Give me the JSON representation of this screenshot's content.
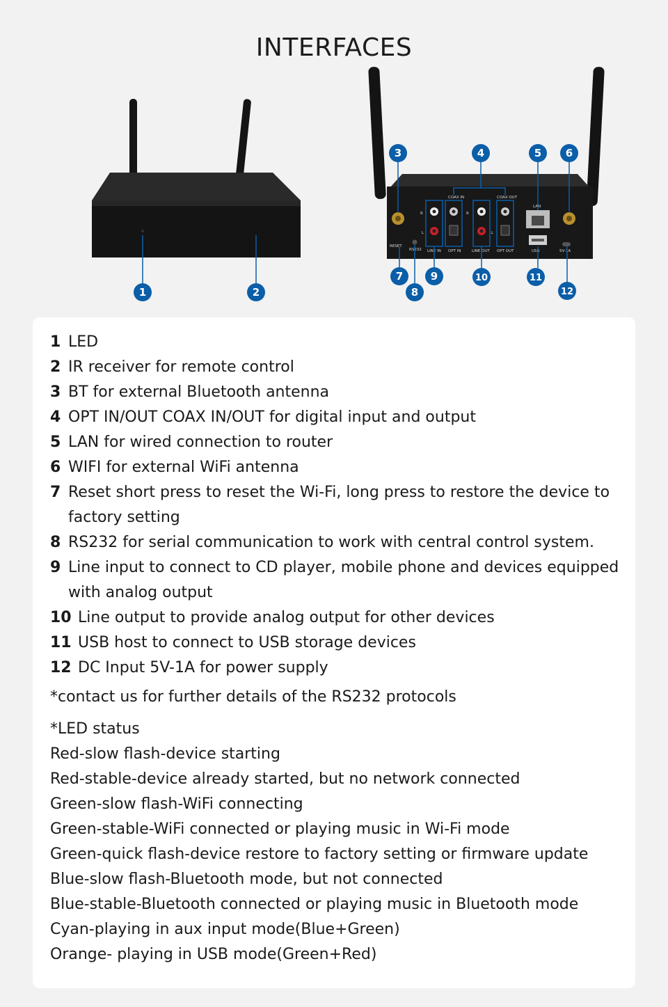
{
  "title": "INTERFACES",
  "badges": {
    "b1": "1",
    "b2": "2",
    "b3": "3",
    "b4": "4",
    "b5": "5",
    "b6": "6",
    "b7": "7",
    "b8": "8",
    "b9": "9",
    "b10": "10",
    "b11": "11",
    "b12": "12"
  },
  "port_labels": {
    "reset": "RESET",
    "rs232": "RS232",
    "line_in": "LINE IN",
    "opt_in": "OPT IN",
    "line_out": "LINE OUT",
    "opt_out": "OPT OUT",
    "coax_in": "COAX IN",
    "coax_out": "COAX OUT",
    "lan": "LAN",
    "usb": "USB",
    "dc": "5V-1A",
    "r": "R",
    "l": "L"
  },
  "items": [
    {
      "num": "1",
      "text": "LED"
    },
    {
      "num": "2",
      "text": "IR receiver for remote control"
    },
    {
      "num": "3",
      "text": "BT for external Bluetooth antenna"
    },
    {
      "num": "4",
      "text": "OPT IN/OUT COAX IN/OUT for digital input and output"
    },
    {
      "num": "5",
      "text": "LAN for wired connection to router"
    },
    {
      "num": "6",
      "text": "WIFI for external WiFi antenna"
    },
    {
      "num": "7",
      "text": "Reset short press to reset the Wi-Fi, long press to restore the device to factory setting"
    },
    {
      "num": "8",
      "text": "RS232 for serial communication to work with central control system."
    },
    {
      "num": "9",
      "text": "Line input to connect to CD player, mobile phone and devices equipped with analog output"
    },
    {
      "num": "10",
      "text": "Line output to provide analog output for other devices"
    },
    {
      "num": "11",
      "text": "USB host to connect to USB storage devices"
    },
    {
      "num": "12",
      "text": "DC Input 5V-1A for power supply"
    }
  ],
  "note": "*contact us for further details of the RS232 protocols",
  "led_status": [
    "*LED status",
    "Red-slow flash-device starting",
    "Red-stable-device already started, but no network connected",
    "Green-slow flash-WiFi connecting",
    "Green-stable-WiFi connected or playing music in Wi-Fi mode",
    "Green-quick flash-device restore to factory setting or firmware update",
    "Blue-slow flash-Bluetooth mode, but not connected",
    "Blue-stable-Bluetooth connected or playing music in Bluetooth mode",
    "Cyan-playing in aux input mode(Blue+Green)",
    "Orange- playing in USB mode(Green+Red)"
  ],
  "colors": {
    "badge": "#0b5ea8",
    "device": "#1b1b1b",
    "card": "#ffffff",
    "background": "#f2f2f2"
  }
}
